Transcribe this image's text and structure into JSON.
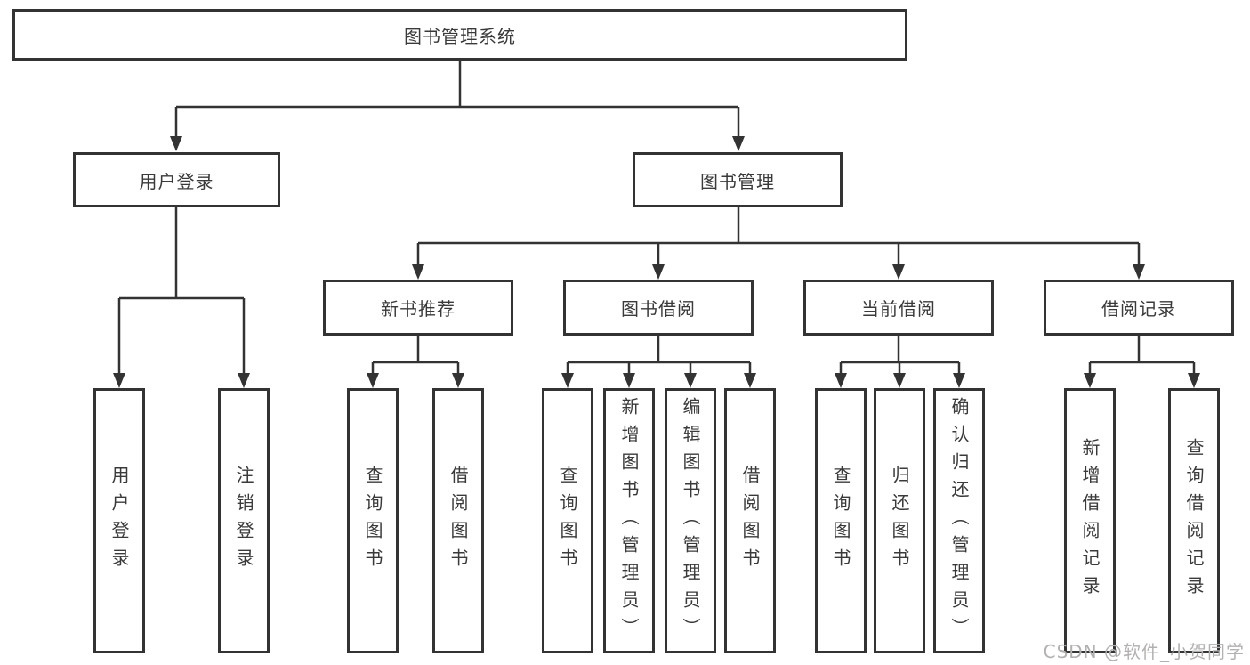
{
  "diagram": {
    "title": "图书管理系统",
    "level2": [
      {
        "label": "用户登录",
        "parent": "图书管理系统"
      },
      {
        "label": "图书管理",
        "parent": "图书管理系统"
      }
    ],
    "level3": [
      {
        "label": "新书推荐",
        "parent": "图书管理"
      },
      {
        "label": "图书借阅",
        "parent": "图书管理"
      },
      {
        "label": "当前借阅",
        "parent": "图书管理"
      },
      {
        "label": "借阅记录",
        "parent": "图书管理"
      }
    ],
    "leaves": [
      {
        "label": "用户登录",
        "parent": "用户登录"
      },
      {
        "label": "注销登录",
        "parent": "用户登录"
      },
      {
        "label": "查询图书",
        "parent": "新书推荐"
      },
      {
        "label": "借阅图书",
        "parent": "新书推荐"
      },
      {
        "label": "查询图书",
        "parent": "图书借阅"
      },
      {
        "label": "新增图书（管理员）",
        "parent": "图书借阅"
      },
      {
        "label": "编辑图书（管理员）",
        "parent": "图书借阅"
      },
      {
        "label": "借阅图书",
        "parent": "图书借阅"
      },
      {
        "label": "查询图书",
        "parent": "当前借阅"
      },
      {
        "label": "归还图书",
        "parent": "当前借阅"
      },
      {
        "label": "确认归还（管理员）",
        "parent": "当前借阅"
      },
      {
        "label": "新增借阅记录",
        "parent": "借阅记录"
      },
      {
        "label": "查询借阅记录",
        "parent": "借阅记录"
      }
    ],
    "watermark": "CSDN @软件_小贺同学"
  },
  "colors": {
    "line": "#333333",
    "border": "#333333",
    "text": "#3a3a3a",
    "watermark": "#b3b0b0",
    "background": "#ffffff"
  }
}
